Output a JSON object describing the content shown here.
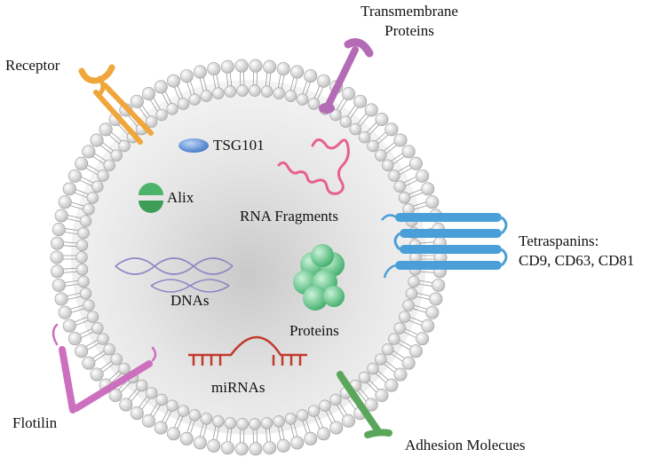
{
  "diagram": {
    "labels": {
      "receptor": "Receptor",
      "transmembrane_1": "Transmembrane",
      "transmembrane_2": "Proteins",
      "tsg101": "TSG101",
      "alix": "Alix",
      "rna_fragments": "RNA Fragments",
      "tetraspanins_1": "Tetraspanins:",
      "tetraspanins_2": "CD9, CD63, CD81",
      "dnas": "DNAs",
      "proteins": "Proteins",
      "mirnas": "miRNAs",
      "flotilin": "Flotilin",
      "adhesion": "Adhesion Molecues"
    },
    "colors": {
      "membrane_bead": "#d9d9d9",
      "receptor": "#f0a63a",
      "transmembrane": "#b46bb5",
      "tsg101": "#5a8ed6",
      "alix": "#4cb46a",
      "rna": "#e8608e",
      "tetraspanin": "#4a9fd8",
      "dna": "#8b86c4",
      "protein": "#5fc98a",
      "mirna": "#c23a2e",
      "flotilin": "#cc6fbf",
      "adhesion": "#5aa75a"
    }
  }
}
